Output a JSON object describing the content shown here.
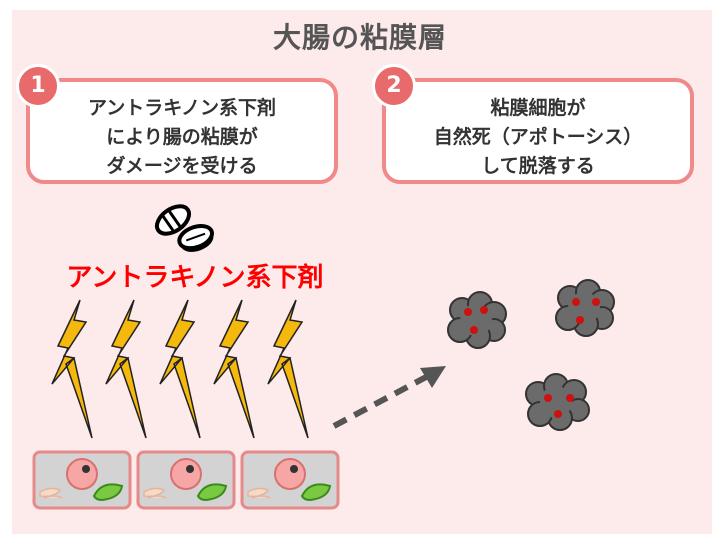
{
  "title": "大腸の粘膜層",
  "steps": [
    {
      "number": "1",
      "lines": [
        "アントラキノン系下剤",
        "により腸の粘膜が",
        "ダメージを受ける"
      ]
    },
    {
      "number": "2",
      "lines": [
        "粘膜細胞が",
        "自然死（アポトーシス）",
        "して脱落する"
      ]
    }
  ],
  "drug_label": "アントラキノン系下剤",
  "colors": {
    "background_panel": "#fdeaea",
    "card_border": "#f08a8a",
    "badge": "#e86a6a",
    "drug_label": "#ff0000",
    "lightning": "#f5b80c",
    "dead_cell": "#6b6b6b",
    "dead_cell_spot": "#cc1111"
  },
  "icons": [
    "pill-icon",
    "lightning-icon",
    "mucosa-cell-icon",
    "dead-cell-icon",
    "dashed-arrow-icon"
  ]
}
